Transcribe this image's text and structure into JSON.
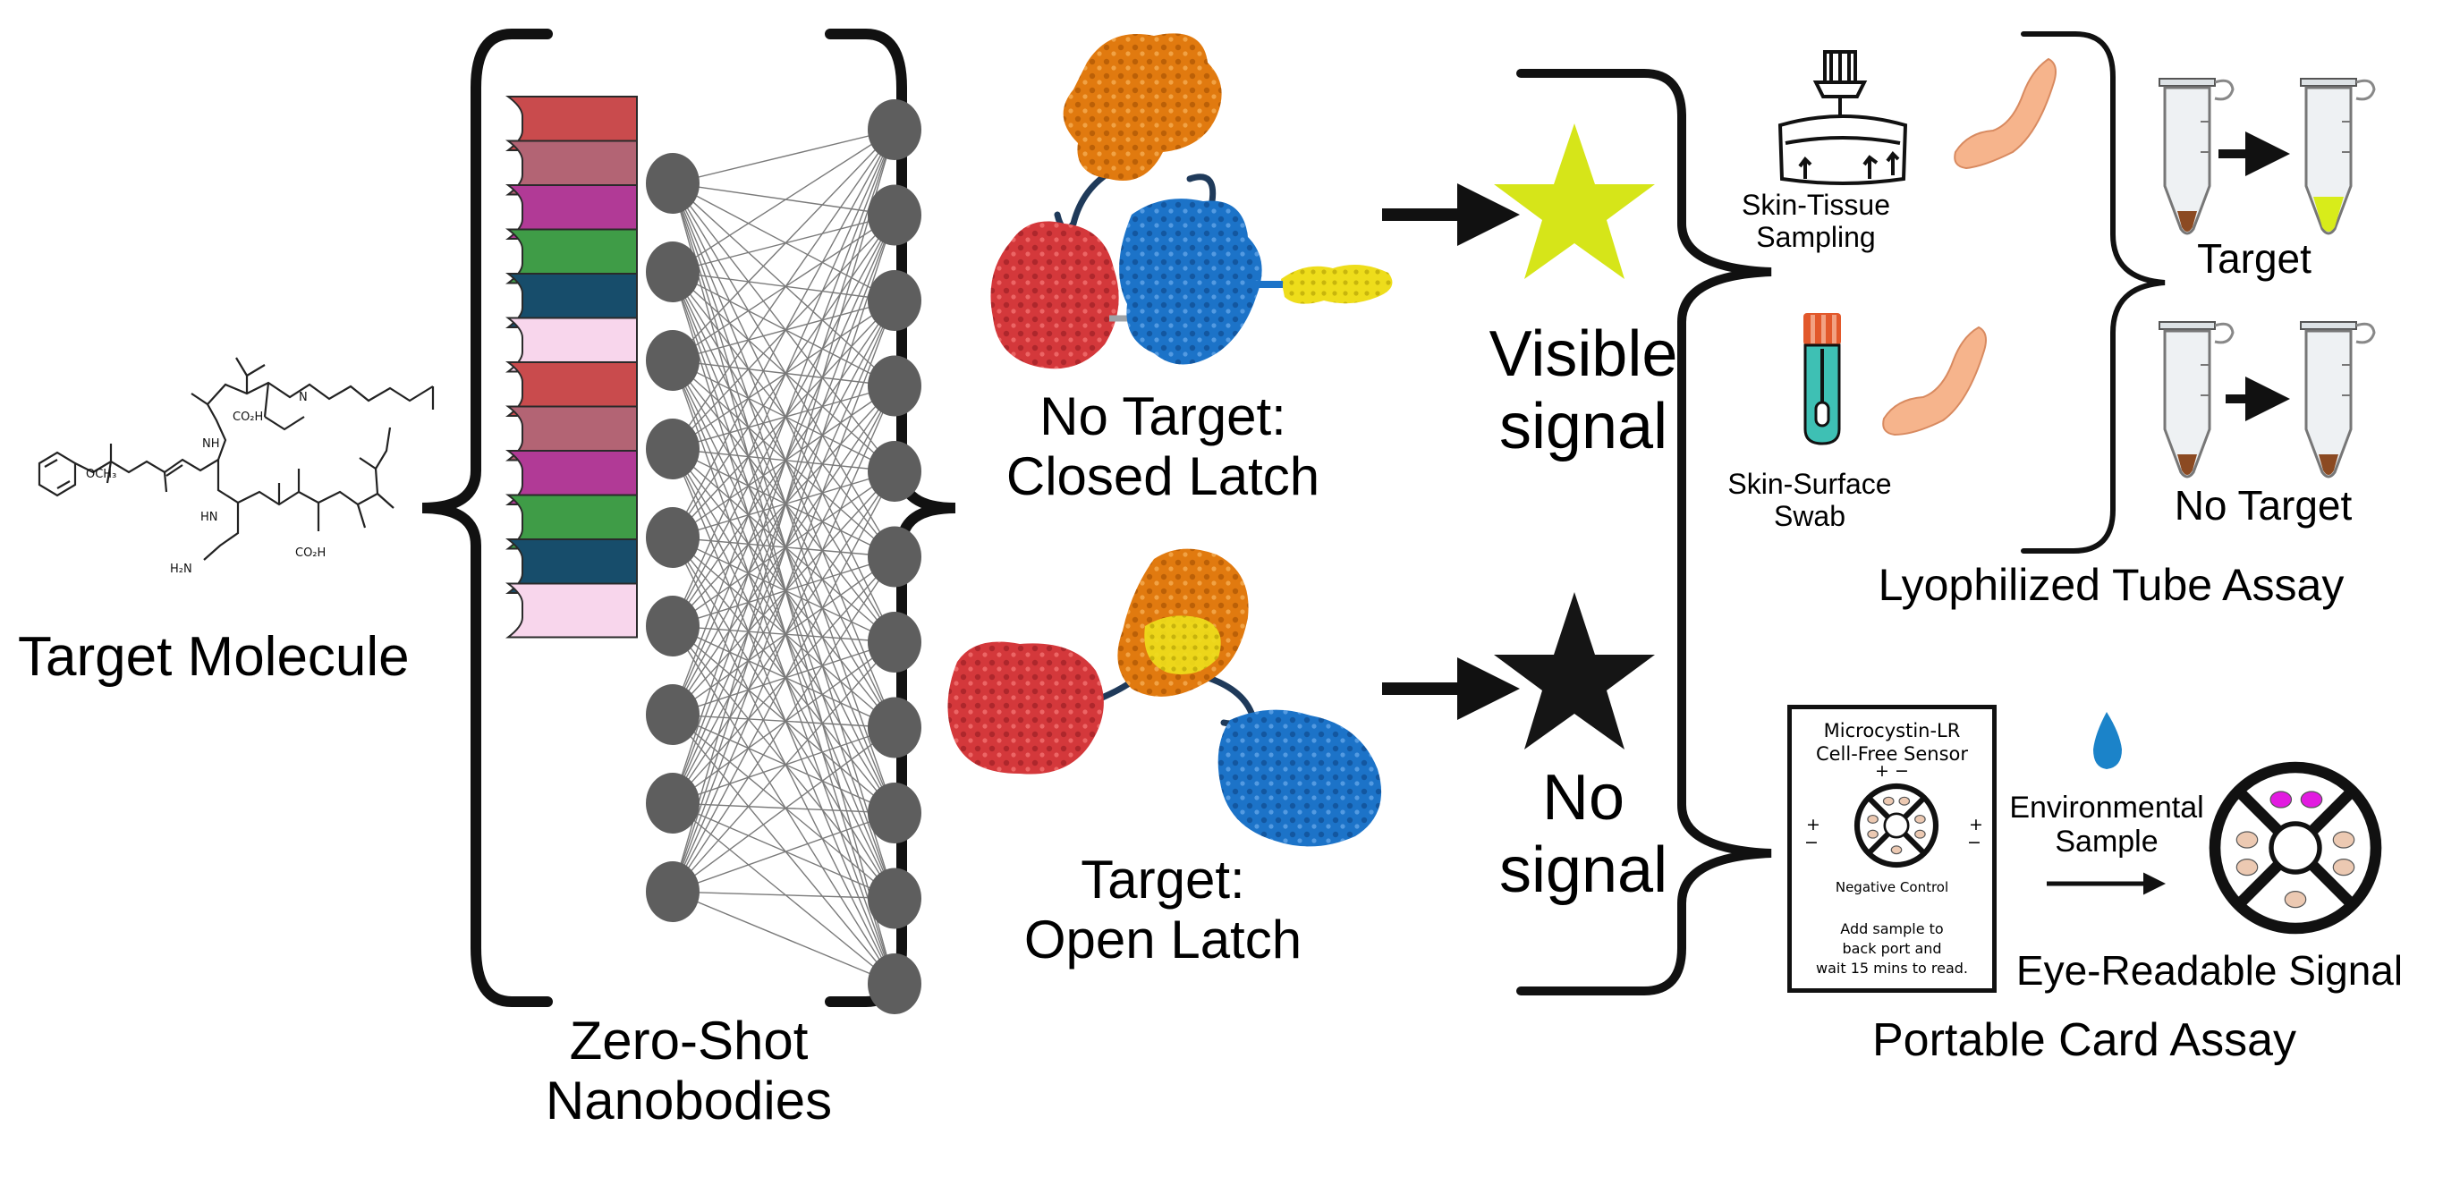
{
  "target_molecule": {
    "label": "Target Molecule",
    "chem_labels": {
      "cooh_top": "CO₂H",
      "och3": "OCH₃",
      "nh": "NH",
      "hn": "HN",
      "h2n": "H₂N",
      "n": "N",
      "co2h_bottom": "CO₂H"
    }
  },
  "nanobodies": {
    "line1": "Zero-Shot",
    "line2": "Nanobodies",
    "colors": [
      "#c94b4d",
      "#b36474",
      "#b13a96",
      "#3f9c47",
      "#174d6b",
      "#f8d6ec",
      "#c94b4d",
      "#b36474",
      "#b13a96",
      "#3f9c47",
      "#174d6b",
      "#f8d6ec"
    ],
    "node_color": "#5e5e5e"
  },
  "states": {
    "closed": {
      "line1": "No Target:",
      "line2": "Closed Latch"
    },
    "open": {
      "line1": "Target:",
      "line2": "Open Latch"
    }
  },
  "signals": {
    "visible": {
      "line1": "Visible",
      "line2": "signal",
      "star_color": "#d6e519"
    },
    "none": {
      "line1": "No",
      "line2": "signal",
      "star_color": "#151515"
    }
  },
  "tube_assay": {
    "title": "Lyophilized Tube Assay",
    "tissue": {
      "line1": "Skin-Tissue",
      "line2": "Sampling"
    },
    "swab": {
      "line1": "Skin-Surface",
      "line2": "Swab"
    },
    "target_label": "Target",
    "no_target_label": "No Target",
    "colors": {
      "pellet": "#8b4a22",
      "positive": "#d8ec1a"
    }
  },
  "card_assay": {
    "title": "Portable Card Assay",
    "card_title1": "Microcystin-LR",
    "card_title2": "Cell-Free Sensor",
    "plus": "+",
    "minus": "−",
    "neg_control": "Negative Control",
    "instr1": "Add sample to",
    "instr2": "back port and",
    "instr3": "wait 15 mins to read.",
    "env1": "Environmental",
    "env2": "Sample",
    "readout": "Eye-Readable Signal",
    "colors": {
      "well": "#ecc9b2",
      "positive_well": "#e21be0",
      "drop": "#1b83c9"
    }
  },
  "palette": {
    "red": "#d4383b",
    "orange": "#e17a0f",
    "blue": "#1c73c8",
    "yellow": "#eedd1b",
    "linker": "#1f3a5a"
  }
}
